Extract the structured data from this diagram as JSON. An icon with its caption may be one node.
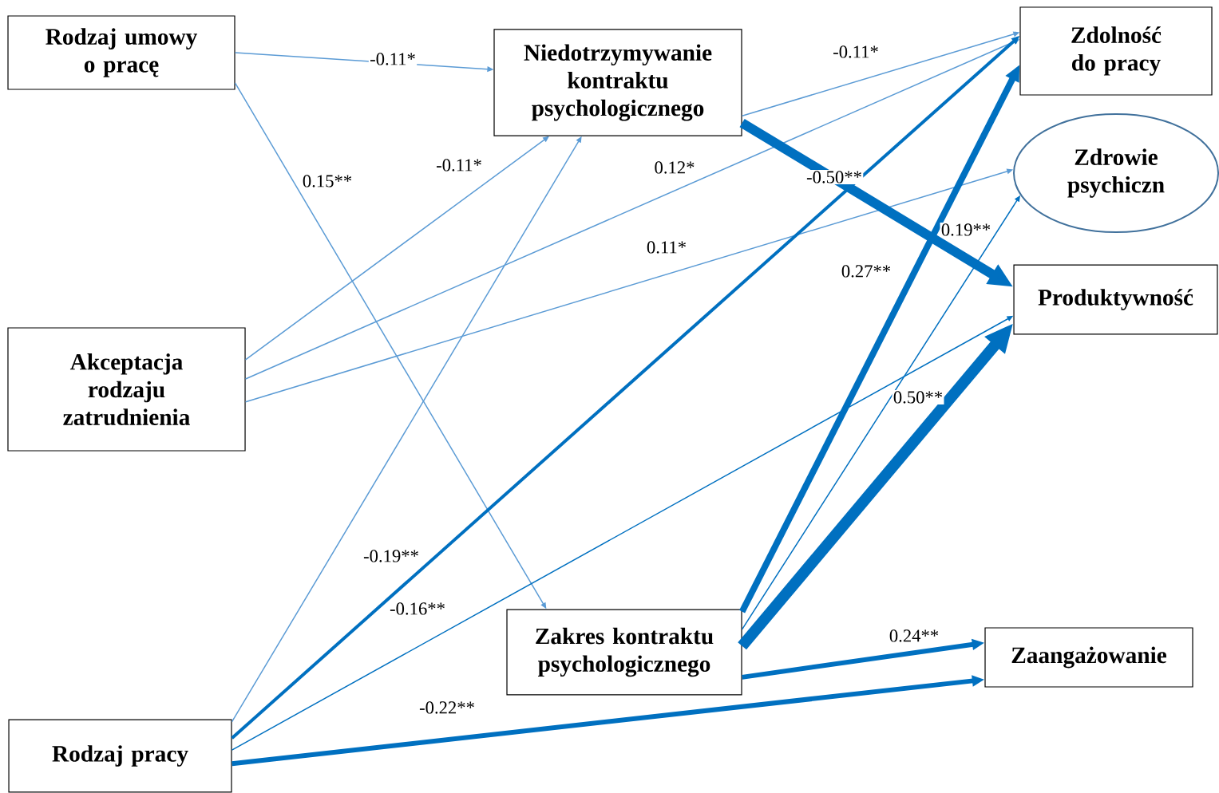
{
  "diagram": {
    "nodes": [
      {
        "text": [
          "Rodzaj umowy o pracę"
        ]
      },
      {
        "text": [
          "Niedotrzymywanie kontraktu psychologicznego"
        ]
      },
      {
        "text": [
          "Zdolność do pracy"
        ]
      },
      {
        "text": [
          "Zdrowie psychiczn"
        ]
      },
      {
        "text": [
          "Akceptacja rodzaju zatrudnienia"
        ]
      },
      {
        "text": [
          "Produktywność"
        ]
      },
      {
        "text": [
          "Zakres kontraktu psychologicznego"
        ]
      },
      {
        "text": [
          "Zaangażowanie"
        ]
      },
      {
        "text": [
          "Rodzaj pracy"
        ]
      }
    ],
    "edges": [
      {
        "from": 0,
        "to": 1,
        "arrow": "to",
        "label": "-0.11*",
        "color": "#5b9bd5"
      },
      {
        "from": 0,
        "to": 6,
        "arrow": "to",
        "label": "0.15**",
        "color": "#5b9bd5"
      },
      {
        "from": 4,
        "to": 1,
        "arrow": "to",
        "label": "-0.11*",
        "color": "#5b9bd5"
      },
      {
        "from": 8,
        "to": 1,
        "arrow": "to",
        "color": "#5b9bd5"
      },
      {
        "from": 4,
        "to": 2,
        "arrow": "to",
        "label": "0.12*",
        "color": "#5b9bd5"
      },
      {
        "from": 4,
        "to": 3,
        "arrow": "to",
        "label": "0.11*",
        "color": "#5b9bd5"
      },
      {
        "from": 1,
        "to": 2,
        "arrow": "to",
        "label": "-0.11*",
        "color": "#5b9bd5"
      },
      {
        "from": 1,
        "to": 5,
        "arrow": "to",
        "label": "-0.50**",
        "style": "thick"
      },
      {
        "from": 8,
        "to": 2,
        "arrow": "to",
        "label": "-0.19**",
        "style": "thick"
      },
      {
        "from": 8,
        "to": 5,
        "arrow": "to",
        "label": "-0.16**"
      },
      {
        "from": 8,
        "to": 7,
        "arrow": "to",
        "label": "-0.22**",
        "style": "thick"
      },
      {
        "from": 6,
        "to": 2,
        "arrow": "to",
        "label": "0.27**",
        "style": "thick"
      },
      {
        "from": 6,
        "to": 3,
        "arrow": "to",
        "label": "0.19**"
      },
      {
        "from": 6,
        "to": 5,
        "arrow": "to",
        "label": "0.50**",
        "style": "thick"
      },
      {
        "from": 6,
        "to": 7,
        "arrow": "to",
        "label": "0.24**",
        "style": "thick"
      }
    ]
  }
}
